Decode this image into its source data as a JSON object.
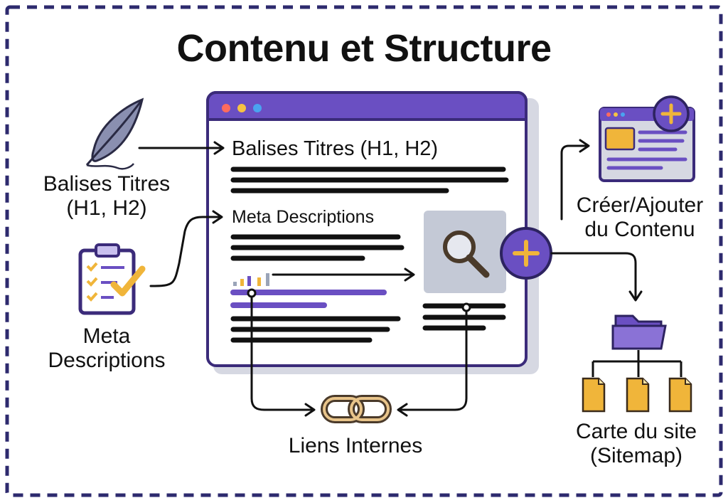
{
  "title": "Contenu et Structure",
  "labels": {
    "balises_titres": "Balises Titres (H1, H2)",
    "meta_descriptions": "Meta Descriptions",
    "creer_ajouter": "Créer/Ajouter du Contenu",
    "carte_du_site": "Carte du site (Sitemap)",
    "liens_internes": "Liens Internes"
  },
  "window": {
    "heading": "Balises Titres (H1, H2)",
    "meta_heading": "Meta Descriptions"
  },
  "colors": {
    "accent_purple": "#6a4fc2",
    "dark_purple": "#3b2b7a",
    "gold": "#f0b53a",
    "line": "#111111",
    "frame_dash": "#2d2a6e"
  }
}
